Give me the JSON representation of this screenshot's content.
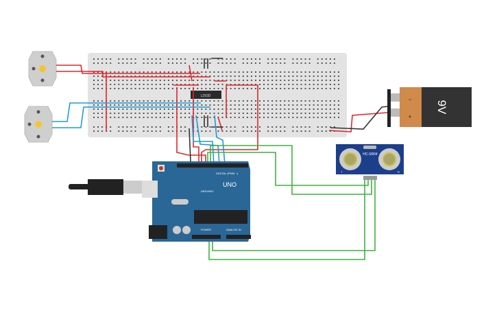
{
  "components": {
    "motor_driver": {
      "label": "L293D"
    },
    "battery": {
      "label": "9V",
      "minus": "−",
      "plus": "+"
    },
    "sensor": {
      "label": "HC-SR04",
      "trig_side": "T",
      "recv_side": "R"
    },
    "arduino": {
      "model": "UNO",
      "brand": "ARDUINO",
      "digital": "DIGITAL (PWM ~)",
      "power": "POWER",
      "analog": "ANALOG IN"
    }
  },
  "colors": {
    "wire_red": "#e0262b",
    "wire_black": "#333333",
    "wire_blue": "#1e9bd7",
    "wire_green": "#3cb43c",
    "board_blue": "#2a6796",
    "breadboard": "#e3e3e3",
    "battery_orange": "#d08a4a"
  }
}
